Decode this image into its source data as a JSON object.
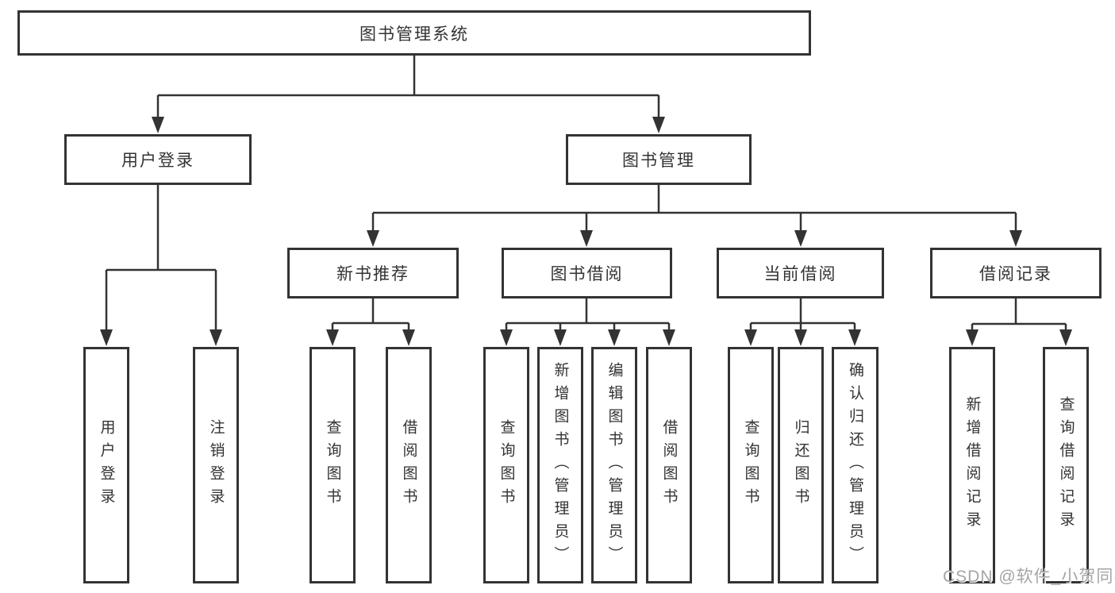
{
  "diagram": {
    "title": "图书管理系统",
    "nodes": {
      "root": "图书管理系统",
      "level2": {
        "user_login": "用户登录",
        "book_management": "图书管理"
      },
      "level3": {
        "new_book_recommend": "新书推荐",
        "book_borrow": "图书借阅",
        "current_borrow": "当前借阅",
        "borrow_records": "借阅记录"
      },
      "leaves": {
        "user_login": "用户登录",
        "logout": "注销登录",
        "nb_query_book": "查询图书",
        "nb_borrow_book": "借阅图书",
        "bb_query_book": "查询图书",
        "bb_add_book": "新增图书（管理员）",
        "bb_edit_book": "编辑图书（管理员）",
        "bb_borrow_book": "借阅图书",
        "cb_query_book": "查询图书",
        "cb_return_book": "归还图书",
        "cb_confirm_return": "确认归还（管理员）",
        "br_add_record": "新增借阅记录",
        "br_query_record": "查询借阅记录"
      }
    },
    "structure": {
      "图书管理系统": {
        "用户登录": [
          "用户登录",
          "注销登录"
        ],
        "图书管理": {
          "新书推荐": [
            "查询图书",
            "借阅图书"
          ],
          "图书借阅": [
            "查询图书",
            "新增图书（管理员）",
            "编辑图书（管理员）",
            "借阅图书"
          ],
          "当前借阅": [
            "查询图书",
            "归还图书",
            "确认归还（管理员）"
          ],
          "借阅记录": [
            "新增借阅记录",
            "查询借阅记录"
          ]
        }
      }
    },
    "watermark": "CSDN @软件_小贺同学",
    "colors": {
      "line": "#333333",
      "box_border": "#333333",
      "text": "#333333",
      "background": "#ffffff",
      "watermark": "#a5a5a5"
    }
  }
}
